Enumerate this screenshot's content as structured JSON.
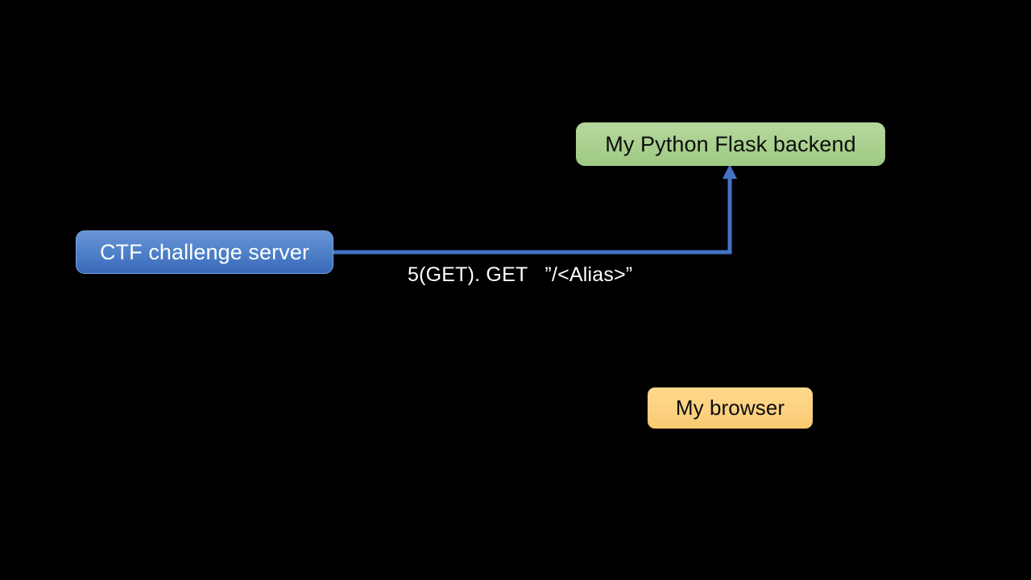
{
  "diagram": {
    "background_color": "#000000",
    "nodes": [
      {
        "id": "flask",
        "label": "My Python Flask backend",
        "fill_color": "#A9D08E",
        "text_color": "#0D0D0D"
      },
      {
        "id": "ctf",
        "label": "CTF challenge server",
        "fill_color": "#4A7BC4",
        "text_color": "#FFFFFF"
      },
      {
        "id": "browser",
        "label": "My browser",
        "fill_color": "#FCD181",
        "text_color": "#0D0D0D"
      }
    ],
    "edges": [
      {
        "id": "ctf-to-flask",
        "from": "ctf",
        "to": "flask",
        "label": "5(GET). GET   ”/<Alias>”",
        "color": "#4472C4",
        "arrowhead": "to-target"
      }
    ]
  }
}
